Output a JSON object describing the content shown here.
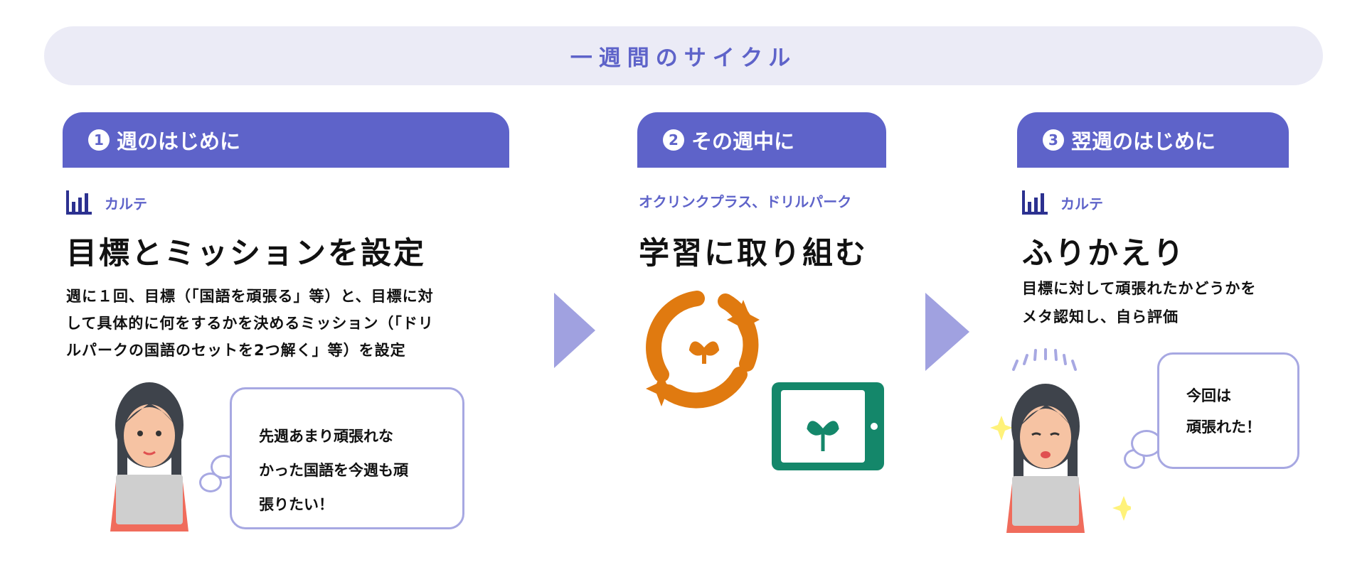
{
  "banner": {
    "title": "一週間のサイクル"
  },
  "steps": [
    {
      "num": "1",
      "tab": "週のはじめに",
      "tool": "カルテ",
      "heading": "目標とミッションを設定",
      "body": [
        "週に１回、目標（「国語を頑張る」等）と、目標に対",
        "して具体的に何をするかを決めるミッション（「ドリ",
        "ルパークの国語のセットを2つ解く」等）を設定"
      ],
      "bubble": [
        "先週あまり頑張れな",
        "かった国語を今週も頑",
        "張りたい！"
      ]
    },
    {
      "num": "2",
      "tab": "その週中に",
      "tool": "オクリンクプラス、ドリルパーク",
      "heading": "学習に取り組む"
    },
    {
      "num": "3",
      "tab": "翌週のはじめに",
      "tool": "カルテ",
      "heading": "ふりかえり",
      "body": [
        "目標に対して頑張れたかどうかを",
        "メタ認知し、自ら評価"
      ],
      "bubble": [
        "今回は",
        "頑張れた！"
      ]
    }
  ],
  "colors": {
    "accent": "#5e63c9",
    "banner_bg": "#ebebf6",
    "arrow": "#a0a1e0",
    "orange": "#e07a10",
    "green": "#14876a"
  }
}
